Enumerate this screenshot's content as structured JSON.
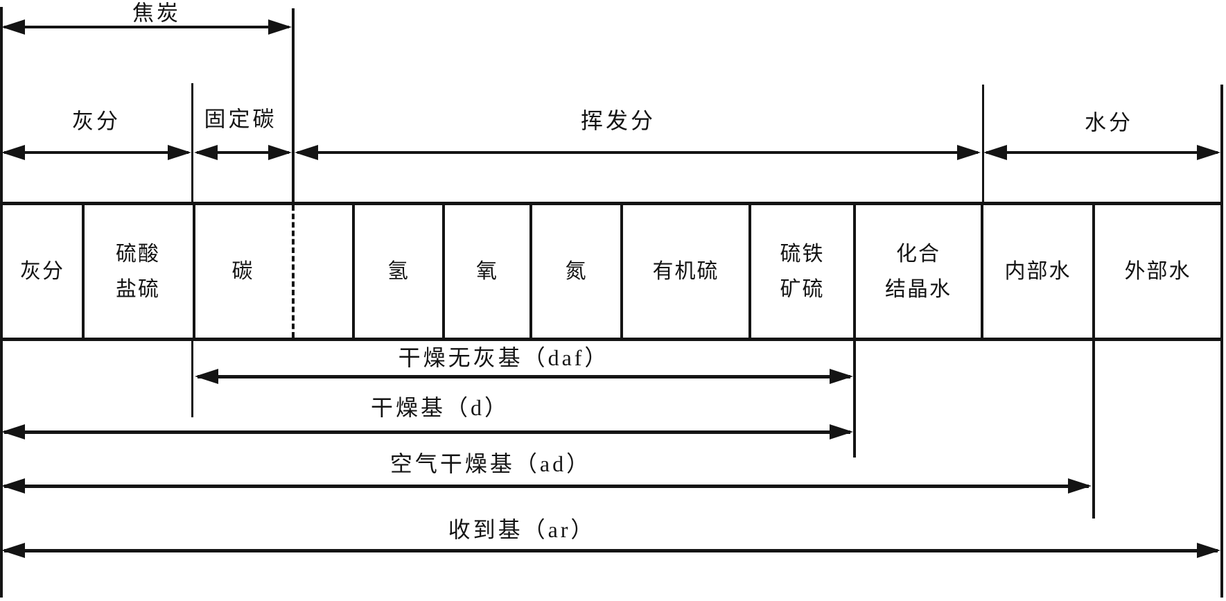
{
  "colors": {
    "ink": "#141414",
    "background": "#ffffff"
  },
  "top_spans": {
    "coke": {
      "label": "焦炭"
    },
    "ash": {
      "label": "灰分"
    },
    "fixed_carbon": {
      "label": "固定碳"
    },
    "volatile": {
      "label": "挥发分"
    },
    "moisture": {
      "label": "水分"
    }
  },
  "table": {
    "cells": [
      {
        "label": "灰分"
      },
      {
        "label": "硫酸\n盐硫"
      },
      {
        "label": "碳"
      },
      {
        "label": "氢"
      },
      {
        "label": "氧"
      },
      {
        "label": "氮"
      },
      {
        "label": "有机硫"
      },
      {
        "label": "硫铁\n矿硫"
      },
      {
        "label": "化合\n结晶水"
      },
      {
        "label": "内部水"
      },
      {
        "label": "外部水"
      }
    ]
  },
  "bases": {
    "daf": {
      "label": "干燥无灰基（daf）"
    },
    "d": {
      "label": "干燥基（d）"
    },
    "ad": {
      "label": "空气干燥基（ad）"
    },
    "ar": {
      "label": "收到基（ar）"
    }
  }
}
